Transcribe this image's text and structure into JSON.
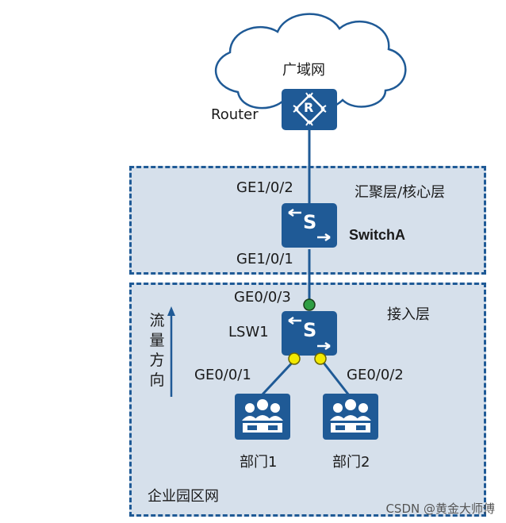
{
  "wan": {
    "label": "广域网"
  },
  "router": {
    "label": "Router",
    "glyph": "R"
  },
  "core_layer": {
    "label": "汇聚层/核心层"
  },
  "switch_a": {
    "label": "SwitchA",
    "glyph": "S",
    "port_up": "GE1/0/2",
    "port_down": "GE1/0/1"
  },
  "access_layer": {
    "label": "接入层"
  },
  "lsw1": {
    "label": "LSW1",
    "glyph": "S",
    "port_up": "GE0/0/3",
    "port_left": "GE0/0/1",
    "port_right": "GE0/0/2"
  },
  "flow": {
    "chars": [
      "流",
      "量",
      "方",
      "向"
    ]
  },
  "dept1": {
    "label": "部门1"
  },
  "dept2": {
    "label": "部门2"
  },
  "campus": {
    "label": "企业园区网"
  },
  "watermark": "CSDN @黄金大师傅",
  "colors": {
    "device": "#1f5a96",
    "zone_fill": "#d6e0eb",
    "zone_border": "#1f5a96",
    "port_up": "#2e9e43",
    "port_down": "#f2e900"
  }
}
